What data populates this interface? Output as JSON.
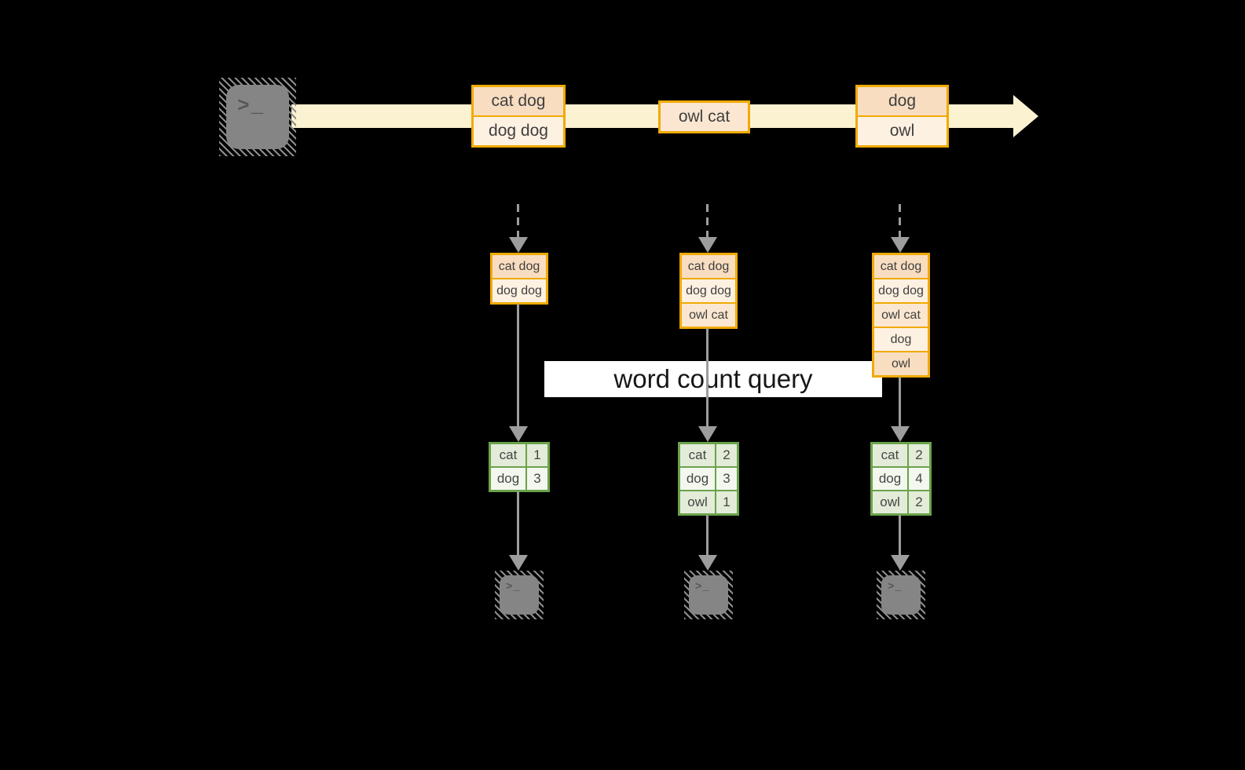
{
  "query_label": "word count query",
  "prompt_glyph": ">_",
  "colors": {
    "background": "#000000",
    "stream_band": "#fbf2d2",
    "box_border": "#f0aa05",
    "box_fill_dark": "#f8ddc0",
    "box_fill_light": "#fdf1e2",
    "table_border": "#6ba24b",
    "table_fill_dark": "#e3ecd8",
    "table_fill_light": "#f3f7ee",
    "connector_gray": "#9d9d9d",
    "terminal_gray": "#858585"
  },
  "stream": {
    "groups": [
      {
        "items": [
          "cat dog",
          "dog dog"
        ]
      },
      {
        "items": [
          "owl cat"
        ]
      },
      {
        "items": [
          "dog",
          "owl"
        ]
      }
    ]
  },
  "columns": [
    {
      "batch": [
        "cat dog",
        "dog dog"
      ],
      "counts": [
        {
          "word": "cat",
          "count": 1
        },
        {
          "word": "dog",
          "count": 3
        }
      ]
    },
    {
      "batch": [
        "cat dog",
        "dog dog",
        "owl cat"
      ],
      "counts": [
        {
          "word": "cat",
          "count": 2
        },
        {
          "word": "dog",
          "count": 3
        },
        {
          "word": "owl",
          "count": 1
        }
      ]
    },
    {
      "batch": [
        "cat dog",
        "dog dog",
        "owl cat",
        "dog",
        "owl"
      ],
      "counts": [
        {
          "word": "cat",
          "count": 2
        },
        {
          "word": "dog",
          "count": 4
        },
        {
          "word": "owl",
          "count": 2
        }
      ]
    }
  ]
}
